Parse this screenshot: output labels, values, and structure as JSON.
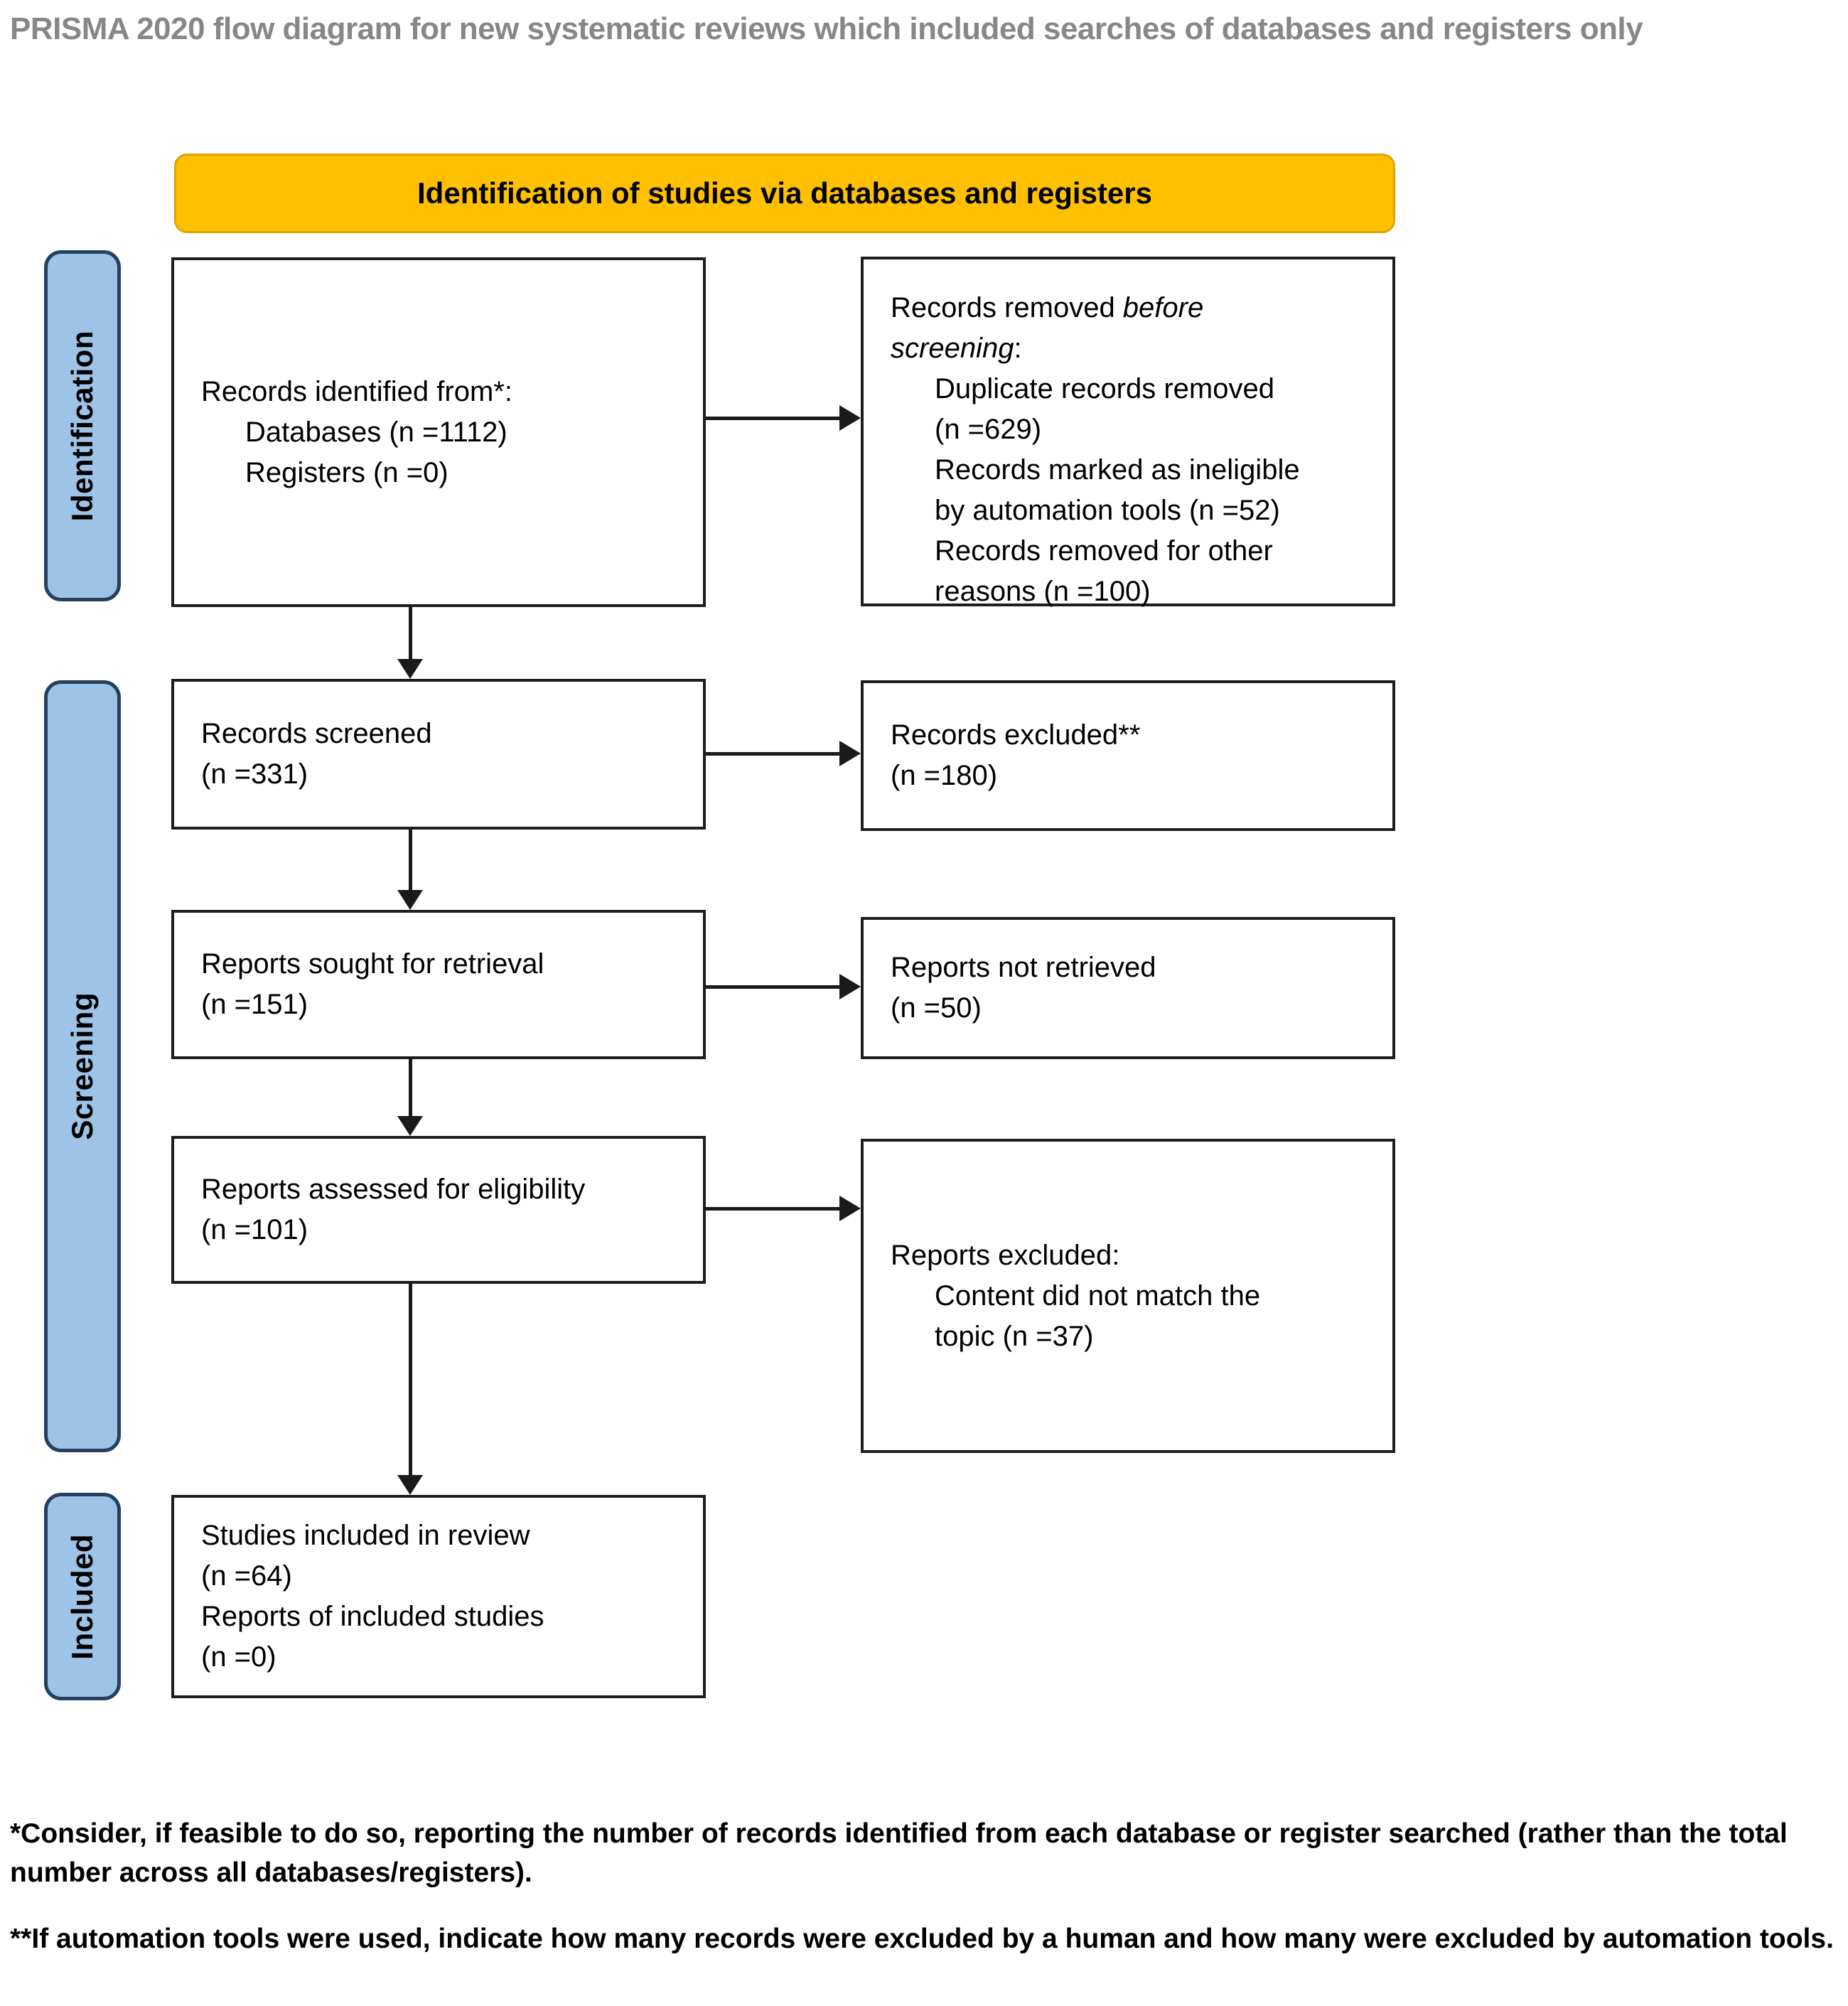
{
  "title": "PRISMA 2020 flow diagram for new systematic reviews which included searches of databases and registers only",
  "banner": {
    "label": "Identification of studies via databases and registers"
  },
  "stages": {
    "identification": "Identification",
    "screening": "Screening",
    "included": "Included"
  },
  "boxes": {
    "records_identified": {
      "lines": [
        "Records identified from*:",
        "Databases (n =1112)",
        "Registers (n =0)"
      ]
    },
    "records_removed": {
      "heading_prefix": "Records removed ",
      "heading_italic_line1": "before",
      "heading_italic_line2": "screening",
      "heading_suffix": ":",
      "item_lines": [
        "Duplicate records removed",
        "(n =629)",
        "Records marked as ineligible",
        "by automation tools (n =52)",
        "Records removed for other",
        "reasons (n =100)"
      ]
    },
    "records_screened": {
      "lines": [
        "Records screened",
        "(n =331)"
      ]
    },
    "records_excluded": {
      "lines": [
        "Records excluded**",
        "(n =180)"
      ]
    },
    "reports_sought": {
      "lines": [
        "Reports sought for retrieval",
        "(n =151)"
      ]
    },
    "reports_not_retrieved": {
      "lines": [
        "Reports not retrieved",
        "(n =50)"
      ]
    },
    "reports_assessed": {
      "lines": [
        "Reports assessed for eligibility",
        "(n =101)"
      ]
    },
    "reports_excluded": {
      "heading": "Reports excluded:",
      "item_lines": [
        "Content did not match the",
        "topic (n =37)"
      ]
    },
    "studies_included": {
      "lines": [
        "Studies included in review",
        "(n =64)",
        "Reports of included studies",
        "(n =0)"
      ]
    }
  },
  "footnotes": {
    "asterisk": "*Consider, if feasible to do so, reporting the number of records identified from each database or register searched (rather than the total number across all databases/registers).",
    "double_asterisk": "**If automation tools were used, indicate how many records were excluded by a human and how many were excluded by automation tools."
  },
  "colors": {
    "banner_bg": "#FFC000",
    "stage_fill": "#9DC3E6",
    "stage_border": "#24405E",
    "box_border": "#1E1E1E",
    "arrow": "#1A1A1A",
    "title_text": "#878787"
  }
}
